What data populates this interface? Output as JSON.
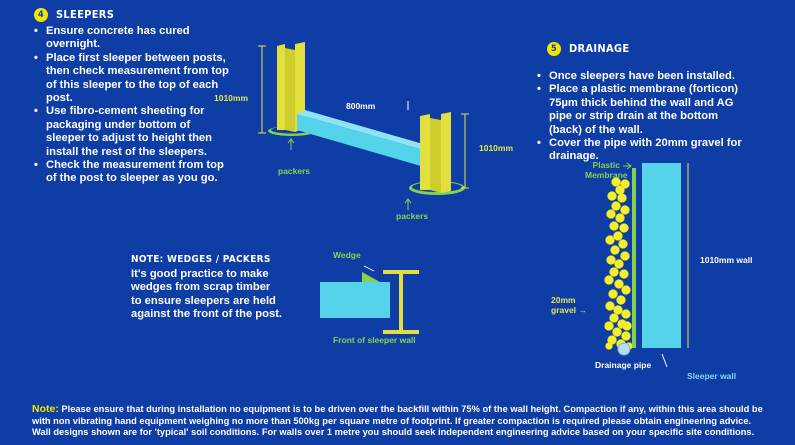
{
  "sleepers": {
    "number": "4",
    "heading": "SLEEPERS",
    "bullets": [
      "Ensure concrete has cured overnight.",
      "Place first sleeper between posts, then check measurement from top of this sleeper to the top of each post.",
      "Use fibro-cement sheeting for packaging under bottom of sleeper to adjust to height then install the rest of the sleepers.",
      "Check the measurement from top of the post to sleeper as you go."
    ],
    "diagram": {
      "height_left": "1010mm",
      "width": "800mm",
      "height_right": "1010mm",
      "packers_left": "packers",
      "packers_right": "packers"
    }
  },
  "drainage": {
    "number": "5",
    "heading": "DRAINAGE",
    "bullets": [
      "Once sleepers have been installed.",
      "Place a plastic membrane (forticon) 75µm thick behind the wall and AG pipe or strip drain at the bottom (back) of the wall.",
      "Cover the pipe with 20mm gravel for drainage."
    ],
    "diagram": {
      "membrane_line1": "Plastic",
      "membrane_line2": "Membrane",
      "wall_height": "1010mm wall",
      "gravel_line1": "20mm",
      "gravel_line2": "gravel",
      "pipe": "Drainage pipe",
      "sleeper_wall": "Sleeper wall"
    }
  },
  "wedges": {
    "heading": "NOTE: WEDGES / PACKERS",
    "lines": [
      "It's good practice to make",
      "wedges from scrap timber",
      "to ensure sleepers are held",
      "against the front of the post."
    ],
    "diagram": {
      "wedge": "Wedge",
      "front": "Front of sleeper wall"
    }
  },
  "footer": {
    "note_label": "Note:",
    "line1": " Please ensure that during installation no equipment is to be driven over the backfill within 75% of the wall height. Compaction if any, within this area should be",
    "line2": "with non vibrating hand equipment weighing no more than 500kg per square metre of footprint. If greater compaction is required please obtain engineering advice.",
    "line3": "Wall designs shown are for  'typical' soil conditions. For walls over 1 metre you should seek independent engineering advice based on your specific site conditions."
  },
  "colors": {
    "background": "#0e3da5",
    "post_yellow": "#e3df3f",
    "sleeper_cyan": "#55d3ea",
    "packer_green": "#86d24e",
    "gravel_yellow": "#f4ef2e"
  }
}
